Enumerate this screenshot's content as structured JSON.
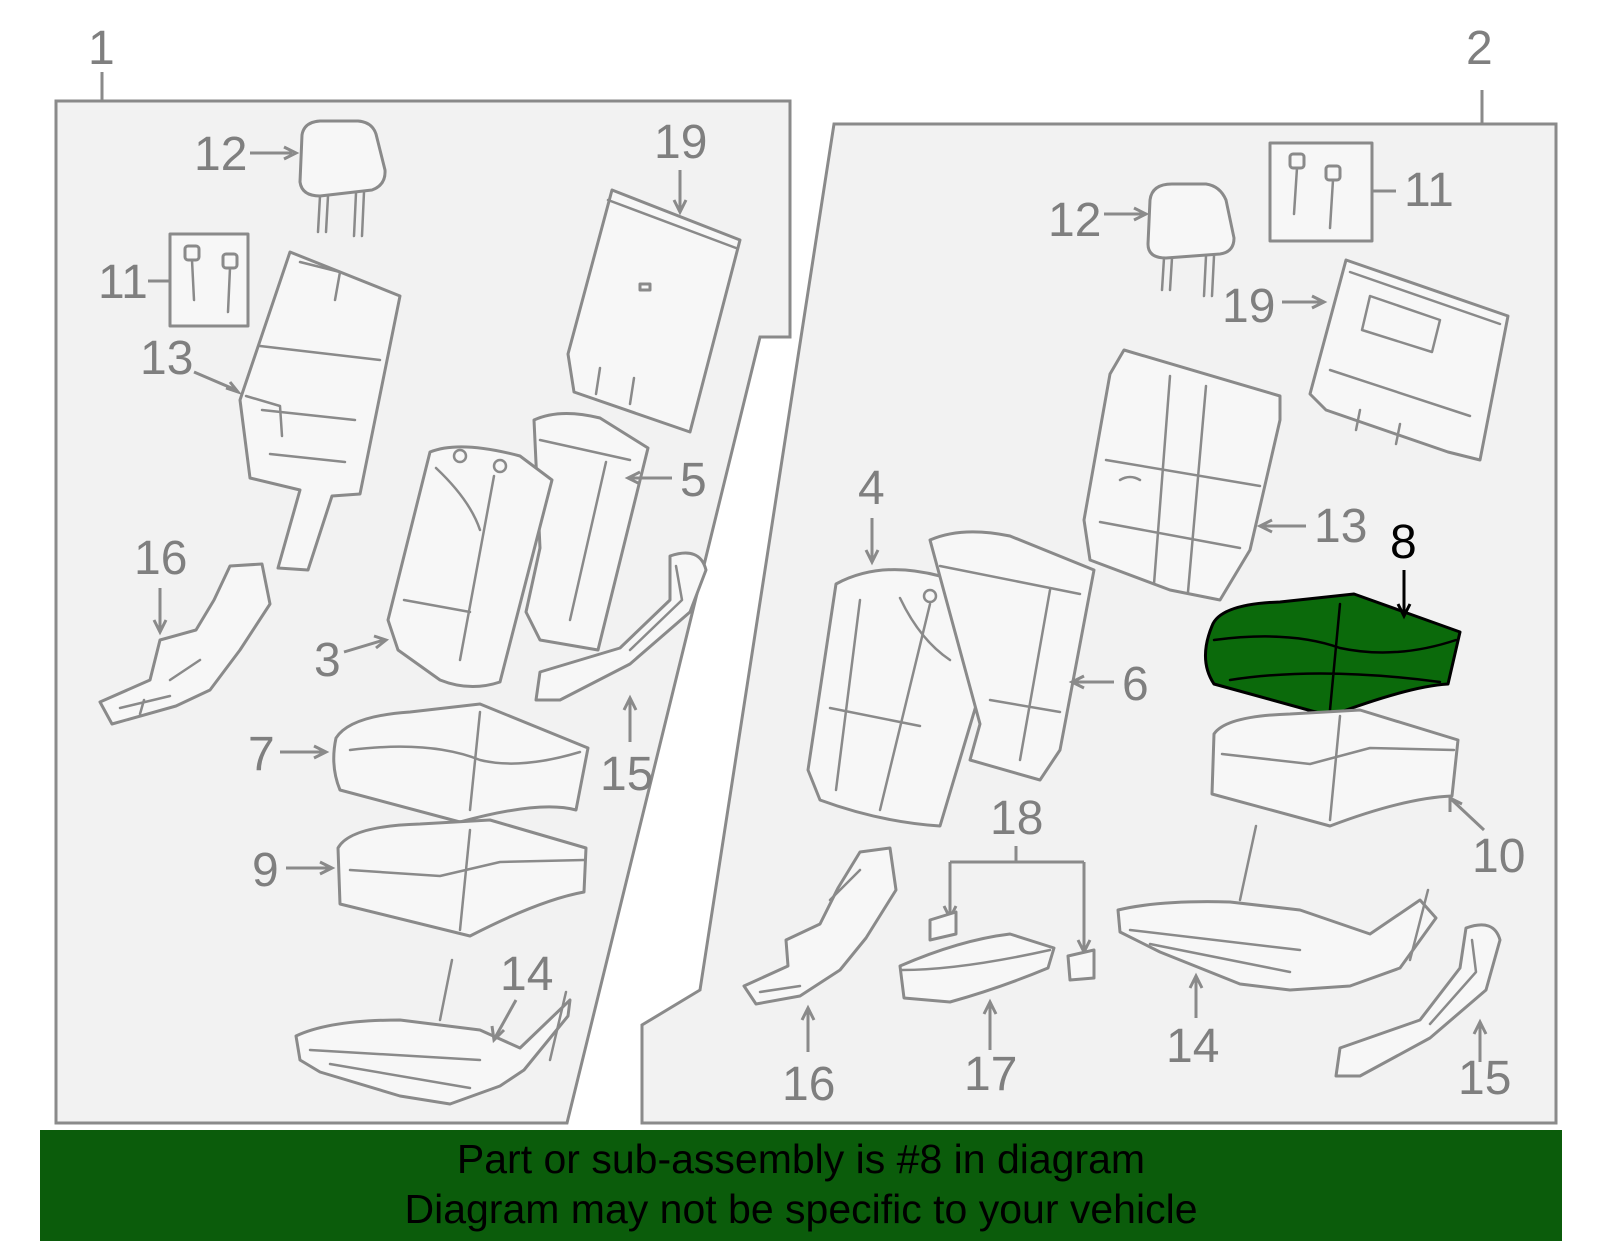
{
  "colors": {
    "highlight_fill": "#0b6a0b",
    "banner_bg": "#0b5c0b",
    "line_gray": "#8a8a8a",
    "panel_bg": "#f2f2f2"
  },
  "highlighted_part": "8",
  "labels": {
    "assembly_left": "1",
    "assembly_right": "2",
    "l12": "12",
    "l11": "11",
    "l13": "13",
    "l19": "19",
    "l5": "5",
    "l3": "3",
    "l16": "16",
    "l7": "7",
    "l15": "15",
    "l9": "9",
    "l14": "14",
    "r12": "12",
    "r11": "11",
    "r19": "19",
    "r13": "13",
    "r8": "8",
    "r4": "4",
    "r6": "6",
    "r10": "10",
    "r18": "18",
    "r16": "16",
    "r17": "17",
    "r14": "14",
    "r15": "15"
  },
  "banner": {
    "line1": "Part or sub-assembly is #8 in diagram",
    "line2": "Diagram may not be specific to your vehicle"
  }
}
